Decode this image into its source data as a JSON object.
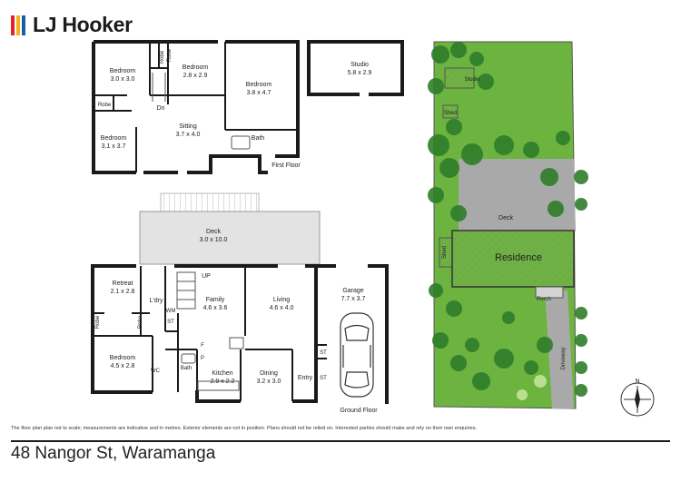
{
  "brand": {
    "name": "LJ Hooker",
    "stripe_colors": [
      "#e4222c",
      "#f6b21b",
      "#1a5ca8"
    ]
  },
  "first_floor": {
    "rooms": {
      "bedroom_a": {
        "name": "Bedroom",
        "size": "3.0 x 3.0"
      },
      "bedroom_b": {
        "name": "Bedroom",
        "size": "2.8 x 2.9"
      },
      "bedroom_c": {
        "name": "Bedroom",
        "size": "3.8 x 4.7"
      },
      "bedroom_d": {
        "name": "Bedroom",
        "size": "3.1 x 3.7"
      },
      "sitting": {
        "name": "Sitting",
        "size": "3.7 x 4.0"
      },
      "bath": {
        "name": "Bath"
      }
    },
    "labels": {
      "robe": "Robe",
      "dn": "Dn",
      "floor": "First Floor"
    }
  },
  "studio": {
    "name": "Studio",
    "size": "5.8 x 2.9"
  },
  "ground_floor": {
    "deck": {
      "name": "Deck",
      "size": "3.0 x 10.0"
    },
    "rooms": {
      "retreat": {
        "name": "Retreat",
        "size": "2.1 x 2.8"
      },
      "family": {
        "name": "Family",
        "size": "4.6 x 3.6"
      },
      "living": {
        "name": "Living",
        "size": "4.6 x 4.0"
      },
      "garage": {
        "name": "Garage",
        "size": "7.7 x 3.7"
      },
      "bedroom": {
        "name": "Bedroom",
        "size": "4.5 x 2.8"
      },
      "kitchen": {
        "name": "Kitchen",
        "size": "2.9 x 2.2"
      },
      "dining": {
        "name": "Dining",
        "size": "3.2 x 3.0"
      }
    },
    "labels": {
      "up": "UP",
      "ldry": "L'dry",
      "wm": "WM",
      "st": "ST",
      "robe": "Robe",
      "wc": "WC",
      "bath": "Bath",
      "f": "F",
      "p": "P",
      "entry": "Entry",
      "floor": "Ground Floor"
    }
  },
  "site_plan": {
    "labels": {
      "studio": "Studio",
      "shed": "Shed",
      "deck": "Deck",
      "residence": "Residence",
      "porch": "Porch",
      "driveway": "Driveway"
    },
    "grass_color": "#6cb33f",
    "tree_color": "#2f7d2a"
  },
  "compass": {
    "label": "N"
  },
  "disclaimer": "The floor plan plan not to scale; measurements are indicative and in metres. Exterior elements are not in position. Plans should not be relied on. Interested parties should make and rely on their own enquiries.",
  "address": "48 Nangor St, Waramanga"
}
